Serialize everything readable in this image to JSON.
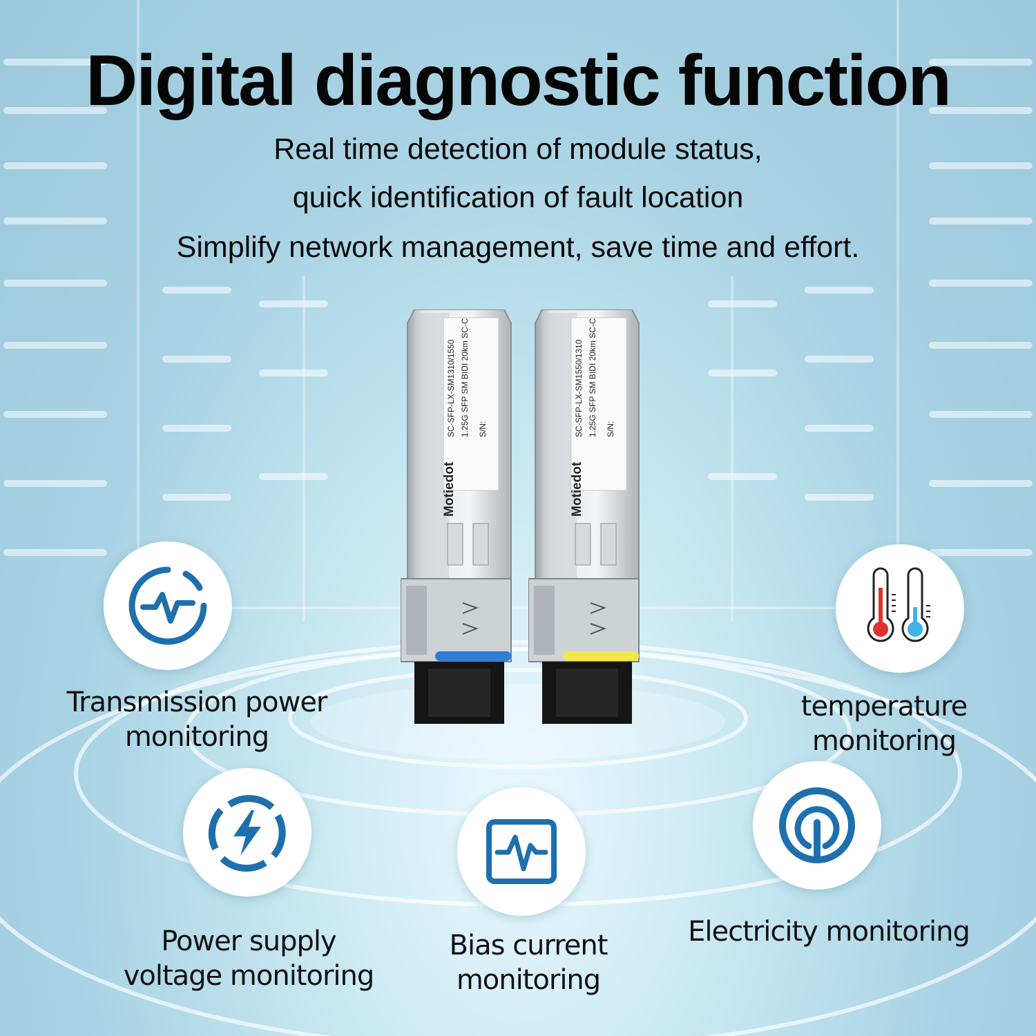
{
  "title": "Digital diagnostic function",
  "subtitle": [
    "Real time detection of module status,",
    "quick identification of fault location",
    "Simplify network management, save time and effort."
  ],
  "modules": [
    {
      "brand": "Motiedot",
      "model": "SC-SFP-LX-SM1310/1550",
      "spec": "1.25G SFP SM BIDI 20km SC-C",
      "sn": "S/N:",
      "latch_color": "#2f7fd6"
    },
    {
      "brand": "Motiedot",
      "model": "SC-SFP-LX-SM1550/1310",
      "spec": "1.25G SFP SM BIDI 20km SC-C",
      "sn": "S/N:",
      "latch_color": "#f2e64a"
    }
  ],
  "features": [
    {
      "icon": "pulse-ring-icon",
      "lines": [
        "Transmission power",
        "monitoring"
      ]
    },
    {
      "icon": "thermometer-icon",
      "lines": [
        "temperature",
        "monitoring"
      ]
    },
    {
      "icon": "lightning-ring-icon",
      "lines": [
        "Power supply",
        "voltage monitoring"
      ]
    },
    {
      "icon": "waveform-box-icon",
      "lines": [
        "Bias current",
        "monitoring"
      ]
    },
    {
      "icon": "power-circle-icon",
      "lines": [
        "Electricity monitoring"
      ]
    }
  ],
  "colors": {
    "icon_blue": "#1e6fae",
    "thermo_red": "#e0312f",
    "thermo_blue": "#3db3e6"
  }
}
